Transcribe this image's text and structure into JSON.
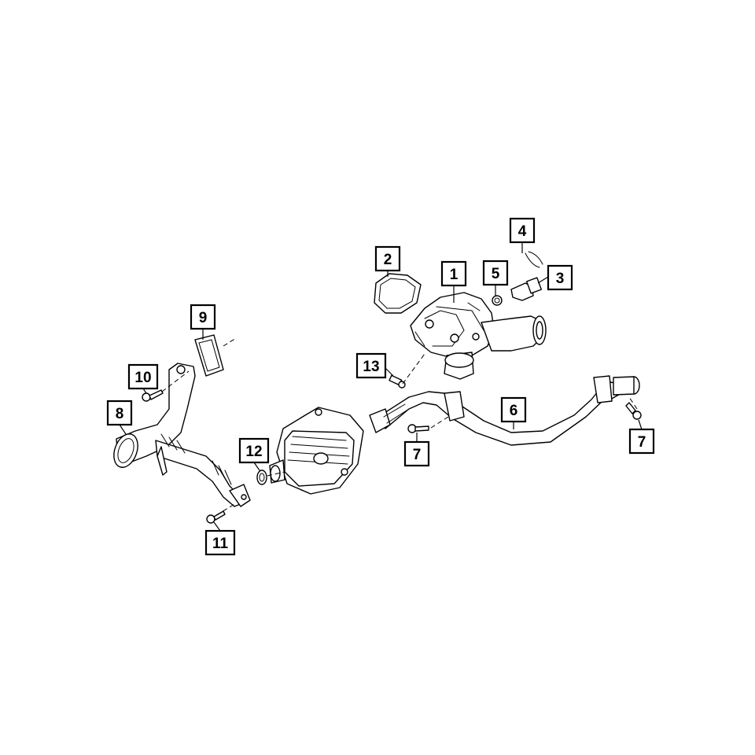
{
  "diagram": {
    "callouts": [
      {
        "id": "c1",
        "label": "1"
      },
      {
        "id": "c2",
        "label": "2"
      },
      {
        "id": "c3",
        "label": "3"
      },
      {
        "id": "c4",
        "label": "4"
      },
      {
        "id": "c5",
        "label": "5"
      },
      {
        "id": "c6",
        "label": "6"
      },
      {
        "id": "c7a",
        "label": "7"
      },
      {
        "id": "c7b",
        "label": "7"
      },
      {
        "id": "c8",
        "label": "8"
      },
      {
        "id": "c9",
        "label": "9"
      },
      {
        "id": "c10",
        "label": "10"
      },
      {
        "id": "c11",
        "label": "11"
      },
      {
        "id": "c12",
        "label": "12"
      },
      {
        "id": "c13",
        "label": "13"
      }
    ]
  }
}
